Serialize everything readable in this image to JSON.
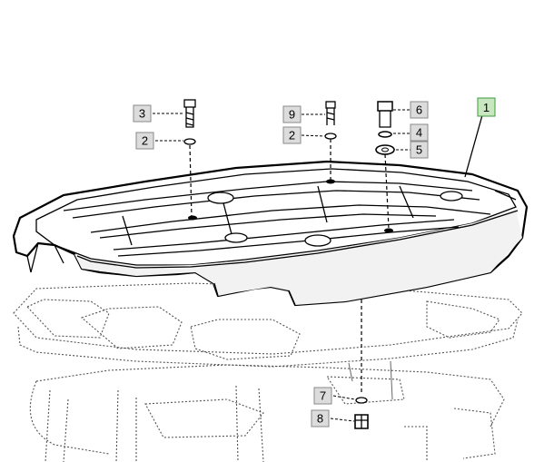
{
  "callouts": {
    "part_1": "1",
    "part_2a": "2",
    "part_2b": "2",
    "part_3": "3",
    "part_4": "4",
    "part_5": "5",
    "part_6": "6",
    "part_7": "7",
    "part_8": "8",
    "part_9": "9"
  }
}
